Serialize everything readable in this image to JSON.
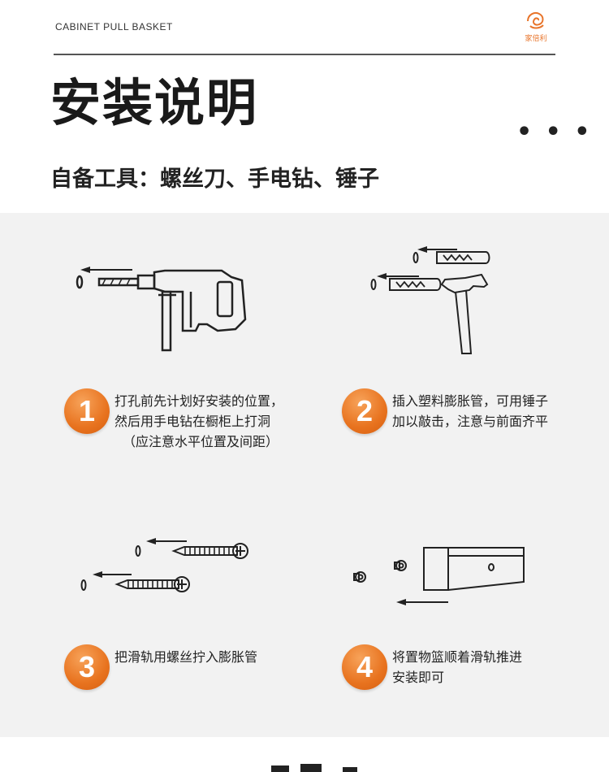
{
  "header": {
    "label": "CABINET PULL BASKET",
    "logo": {
      "icon": "brand-swirl-icon",
      "text": "家倍利"
    }
  },
  "title": "安装说明",
  "more": "• • •",
  "tools": "自备工具：螺丝刀、手电钻、锤子",
  "colors": {
    "accent": "#e8731f",
    "panel": "#f2f2f2",
    "text": "#222222"
  },
  "steps": [
    {
      "number": "1",
      "icon": "drill-icon",
      "lines": [
        "打孔前先计划好安装的位置，",
        "然后用手电钻在橱柜上打洞",
        "（应注意水平位置及间距）"
      ]
    },
    {
      "number": "2",
      "icon": "hammer-anchor-icon",
      "lines": [
        "插入塑料膨胀管，可用锤子",
        "加以敲击，注意与前面齐平"
      ]
    },
    {
      "number": "3",
      "icon": "screw-icon",
      "lines": [
        "把滑轨用螺丝拧入膨胀管"
      ]
    },
    {
      "number": "4",
      "icon": "basket-slide-icon",
      "lines": [
        "将置物篮顺着滑轨推进",
        "安装即可"
      ]
    }
  ]
}
